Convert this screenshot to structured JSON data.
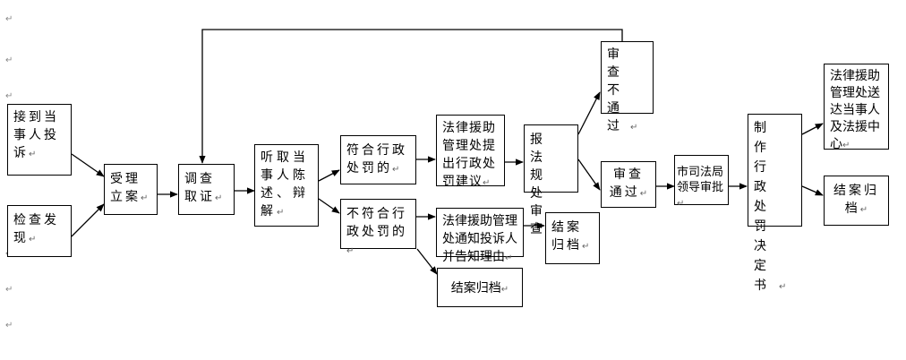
{
  "paragraph_mark": "↵",
  "nodes": {
    "receive_complaint": "接到当事人投诉",
    "inspection_found": "检查发现",
    "accept_case": "受理立案",
    "investigate": "调查取证",
    "hear_statement": "听取当事人陈述、辩解",
    "meets_penalty": "符合行政处罚的",
    "not_meets_penalty": "不符合行政处罚的",
    "propose_penalty": "法律援助管理处提出行政处罚建议",
    "notify_complainant": "法律援助管理处通知投诉人并告知理由",
    "close_archive_1": "结案归档",
    "close_archive_2": "结案归档",
    "close_archive_3": "结案归档",
    "report_review": "报法规处审查",
    "review_failed": "审查不通过",
    "review_passed": "审查通过",
    "bureau_approval": "市司法局领导审批",
    "make_decision": "制作行政处罚决定书",
    "deliver": "法律援助管理处送达当事人及法援中心"
  }
}
